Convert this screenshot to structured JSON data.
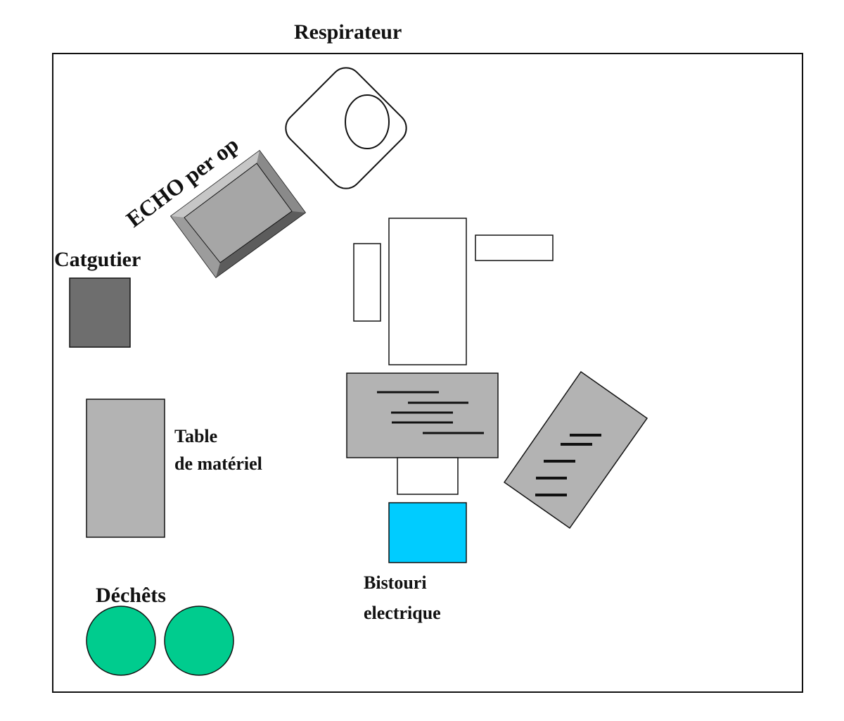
{
  "labels": {
    "respirateur": "Respirateur",
    "echo": "ECHO per op",
    "catgutier": "Catgutier",
    "table_line1": "Table",
    "table_line2": "de matériel",
    "dechets": "Déchêts",
    "bistouri_line1": "Bistouri",
    "bistouri_line2": "electrique"
  },
  "colors": {
    "border": "#111111",
    "gray_light": "#b3b3b3",
    "gray_mid": "#a6a6a6",
    "gray_dark": "#6e6e6e",
    "blue": "#00ccff",
    "green": "#00cc8e",
    "white": "#ffffff"
  }
}
